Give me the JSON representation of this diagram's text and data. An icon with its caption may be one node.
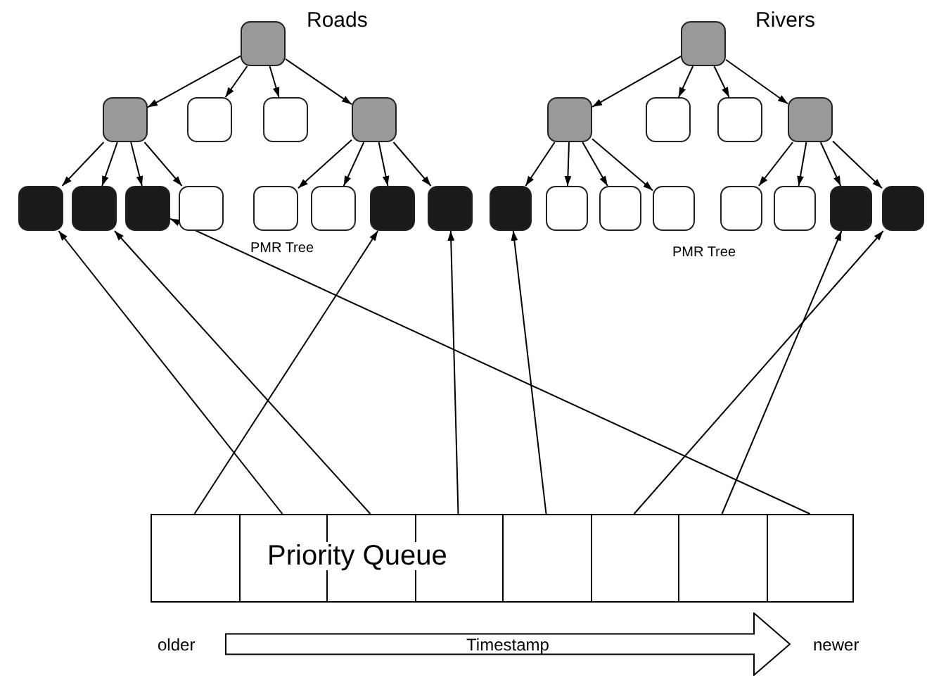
{
  "diagram": {
    "nodes": [
      {
        "text": [],
        "shape": "box",
        "beside": [
          "Roads"
        ]
      },
      {
        "text": [],
        "shape": "box"
      },
      {
        "text": [],
        "shape": "box"
      },
      {
        "text": [],
        "shape": "box"
      },
      {
        "text": [],
        "shape": "box"
      },
      {
        "text": [],
        "shape": "box"
      },
      {
        "text": [],
        "shape": "box"
      },
      {
        "text": [],
        "shape": "box"
      },
      {
        "text": [],
        "shape": "box"
      },
      {
        "text": [],
        "shape": "box"
      },
      {
        "text": [],
        "shape": "box"
      },
      {
        "text": [],
        "shape": "box"
      },
      {
        "text": [],
        "shape": "box"
      },
      {
        "text": [],
        "shape": "box",
        "beside": [
          "Rivers"
        ]
      },
      {
        "text": [],
        "shape": "box"
      },
      {
        "text": [],
        "shape": "box"
      },
      {
        "text": [],
        "shape": "box"
      },
      {
        "text": [],
        "shape": "box"
      },
      {
        "text": [],
        "shape": "box"
      },
      {
        "text": [],
        "shape": "box"
      },
      {
        "text": [],
        "shape": "box"
      },
      {
        "text": [],
        "shape": "box"
      },
      {
        "text": [],
        "shape": "box"
      },
      {
        "text": [],
        "shape": "box"
      },
      {
        "text": [],
        "shape": "box"
      },
      {
        "text": [],
        "shape": "box"
      },
      {
        "text": [
          "Priority Queue"
        ]
      },
      {
        "text": [
          "Timestamp"
        ]
      }
    ],
    "edges": [
      {
        "from": 0,
        "to": 1,
        "arrow": "to"
      },
      {
        "from": 0,
        "to": 2,
        "arrow": "to"
      },
      {
        "from": 0,
        "to": 3,
        "arrow": "to"
      },
      {
        "from": 0,
        "to": 4,
        "arrow": "to"
      },
      {
        "from": 1,
        "to": 5,
        "arrow": "to"
      },
      {
        "from": 1,
        "to": 6,
        "arrow": "to"
      },
      {
        "from": 1,
        "to": 7,
        "arrow": "to"
      },
      {
        "from": 1,
        "to": 8,
        "arrow": "to"
      },
      {
        "from": 4,
        "to": 9,
        "arrow": "to"
      },
      {
        "from": 4,
        "to": 10,
        "arrow": "to"
      },
      {
        "from": 4,
        "to": 11,
        "arrow": "to"
      },
      {
        "from": 4,
        "to": 12,
        "arrow": "to"
      },
      {
        "from": 13,
        "to": 14,
        "arrow": "to"
      },
      {
        "from": 13,
        "to": 15,
        "arrow": "to"
      },
      {
        "from": 13,
        "to": 16,
        "arrow": "to"
      },
      {
        "from": 13,
        "to": 17,
        "arrow": "to"
      },
      {
        "from": 14,
        "to": 18,
        "arrow": "to"
      },
      {
        "from": 14,
        "to": 19,
        "arrow": "to"
      },
      {
        "from": 14,
        "to": 20,
        "arrow": "to"
      },
      {
        "from": 14,
        "to": 21,
        "arrow": "to"
      },
      {
        "from": 17,
        "to": 22,
        "arrow": "to"
      },
      {
        "from": 17,
        "to": 23,
        "arrow": "to"
      },
      {
        "from": 17,
        "to": 24,
        "arrow": "to"
      },
      {
        "from": 17,
        "to": 25,
        "arrow": "to"
      },
      {
        "from": 26,
        "to": 11,
        "arrow": "to"
      },
      {
        "from": 26,
        "to": 5,
        "arrow": "to"
      },
      {
        "from": 26,
        "to": 6,
        "arrow": "to"
      },
      {
        "from": 26,
        "to": 12,
        "arrow": "to"
      },
      {
        "from": 26,
        "to": 18,
        "arrow": "to"
      },
      {
        "from": 26,
        "to": 25,
        "arrow": "to"
      },
      {
        "from": 26,
        "to": 24,
        "arrow": "to"
      },
      {
        "from": 26,
        "to": 7,
        "arrow": "to"
      }
    ],
    "labels": [
      "PMR Tree",
      "PMR Tree",
      "older",
      "newer"
    ]
  }
}
